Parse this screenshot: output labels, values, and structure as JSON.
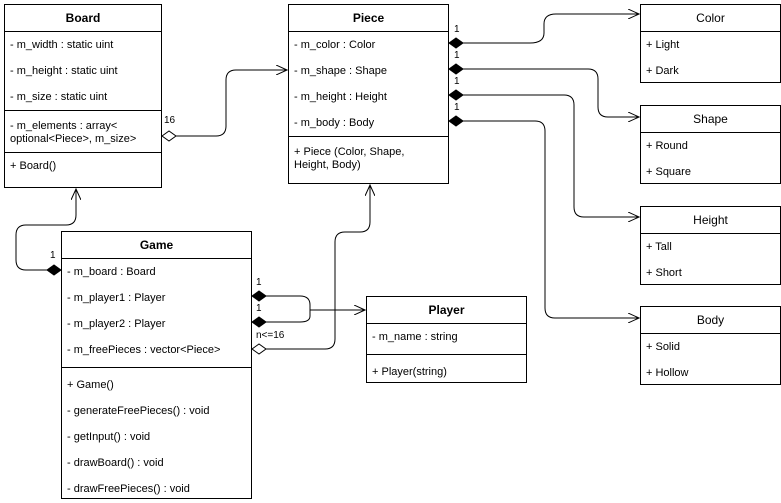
{
  "board": {
    "name": "Board",
    "attributes": [
      "- m_width : static uint",
      "- m_height : static uint",
      "- m_size : static uint"
    ],
    "elements": [
      "- m_elements : array<",
      "optional<Piece>, m_size>"
    ],
    "methods": [
      "+ Board()"
    ]
  },
  "piece": {
    "name": "Piece",
    "attributes": [
      "- m_color : Color",
      "- m_shape : Shape",
      "- m_height : Height",
      "- m_body : Body"
    ],
    "ctor": [
      "+ Piece (Color, Shape,",
      "Height, Body)"
    ]
  },
  "game": {
    "name": "Game",
    "attributes": [
      "- m_board : Board",
      "- m_player1 : Player",
      "- m_player2 : Player",
      "- m_freePieces : vector<Piece>"
    ],
    "methods": [
      "+ Game()",
      "- generateFreePieces() : void",
      "- getInput() : void",
      "- drawBoard() : void",
      "- drawFreePieces() : void"
    ]
  },
  "player": {
    "name": "Player",
    "attributes": [
      "- m_name : string"
    ],
    "methods": [
      "+ Player(string)"
    ]
  },
  "color": {
    "name": "Color",
    "values": [
      "+ Light",
      "+ Dark"
    ]
  },
  "shape": {
    "name": "Shape",
    "values": [
      "+ Round",
      "+ Square"
    ]
  },
  "height": {
    "name": "Height",
    "values": [
      "+ Tall",
      "+ Short"
    ]
  },
  "body": {
    "name": "Body",
    "values": [
      "+ Solid",
      "+ Hollow"
    ]
  },
  "multiplicities": {
    "board_piece": "16",
    "piece_color": "1",
    "piece_shape": "1",
    "piece_height": "1",
    "piece_body": "1",
    "game_board": "1",
    "game_player1": "1",
    "game_player2": "1",
    "game_freepieces": "n<=16"
  }
}
